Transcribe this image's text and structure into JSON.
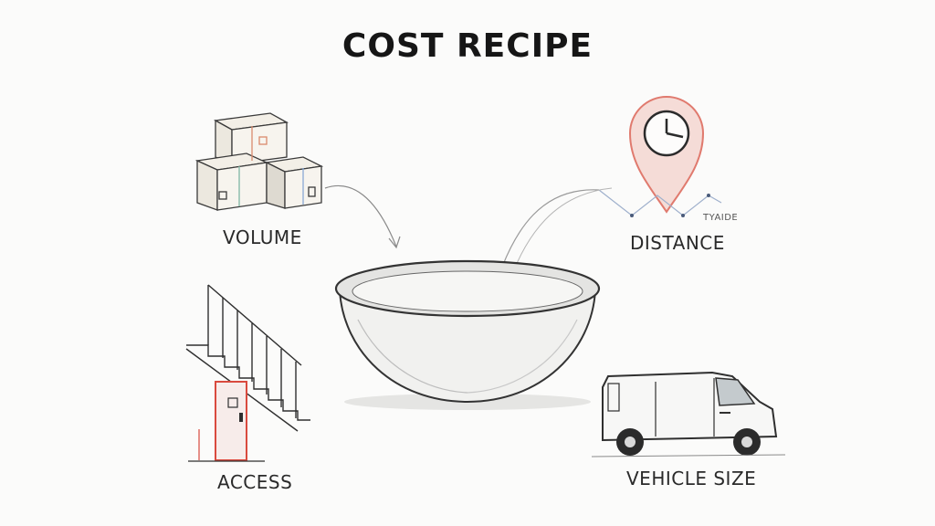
{
  "title": "COST RECIPE",
  "ingredients": {
    "volume": "VOLUME",
    "distance": "DISTANCE",
    "access": "ACCESS",
    "vehicle_size": "VEHICLE SIZE"
  },
  "pin_scribble": "TYAIDE",
  "colors": {
    "pin": "#e07a6e",
    "box_accents": [
      "#d98a6c",
      "#7fb7a4",
      "#8aa9d6"
    ],
    "door": "#d94a3e",
    "ink": "#2b2b2b"
  }
}
